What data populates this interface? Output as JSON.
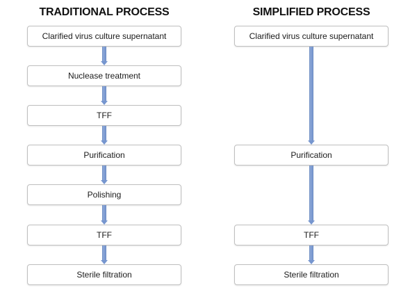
{
  "left_column": {
    "title": "TRADITIONAL PROCESS",
    "steps": [
      "Clarified virus culture supernatant",
      "Nuclease treatment",
      "TFF",
      "Purification",
      "Polishing",
      "TFF",
      "Sterile filtration"
    ]
  },
  "right_column": {
    "title": "SIMPLIFIED PROCESS",
    "steps": [
      "Clarified virus culture supernatant",
      "Purification",
      "TFF",
      "Sterile filtration"
    ]
  },
  "colors": {
    "arrow": "#7696cf",
    "box_border": "#bfbfbf",
    "title_text": "#111111"
  }
}
